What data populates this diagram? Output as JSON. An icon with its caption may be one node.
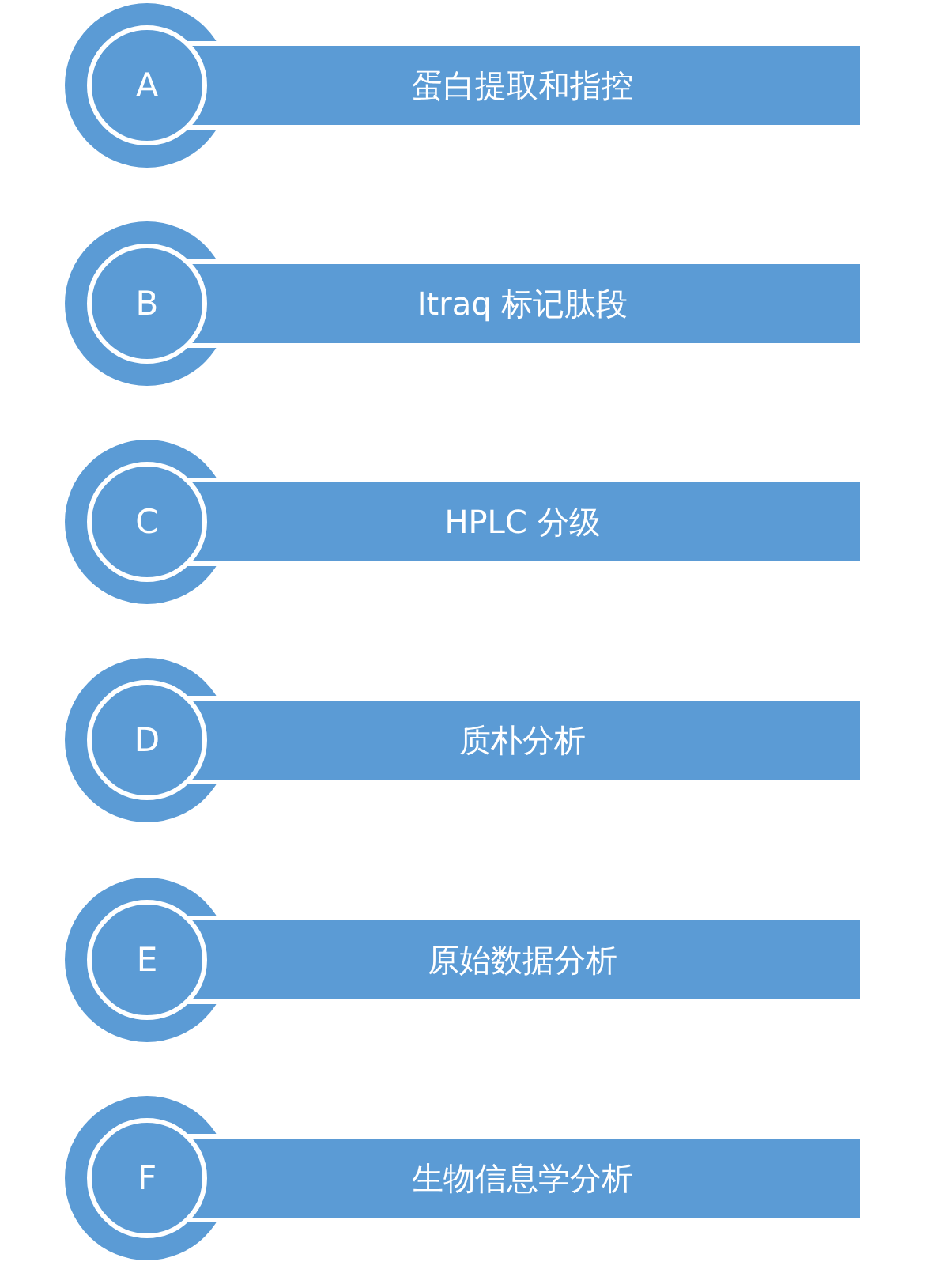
{
  "diagram": {
    "nodes": [
      {
        "text": [
          "A"
        ]
      },
      {
        "text": [
          "蛋白提取和指控"
        ]
      },
      {
        "text": [
          "B"
        ]
      },
      {
        "text": [
          "Itraq 标记肽段"
        ]
      },
      {
        "text": [
          "C"
        ]
      },
      {
        "text": [
          "HPLC 分级"
        ]
      },
      {
        "text": [
          "D"
        ]
      },
      {
        "text": [
          "质朴分析"
        ]
      },
      {
        "text": [
          "E"
        ]
      },
      {
        "text": [
          "原始数据分析"
        ]
      },
      {
        "text": [
          "F"
        ]
      },
      {
        "text": [
          "生物信息学分析"
        ]
      }
    ]
  }
}
